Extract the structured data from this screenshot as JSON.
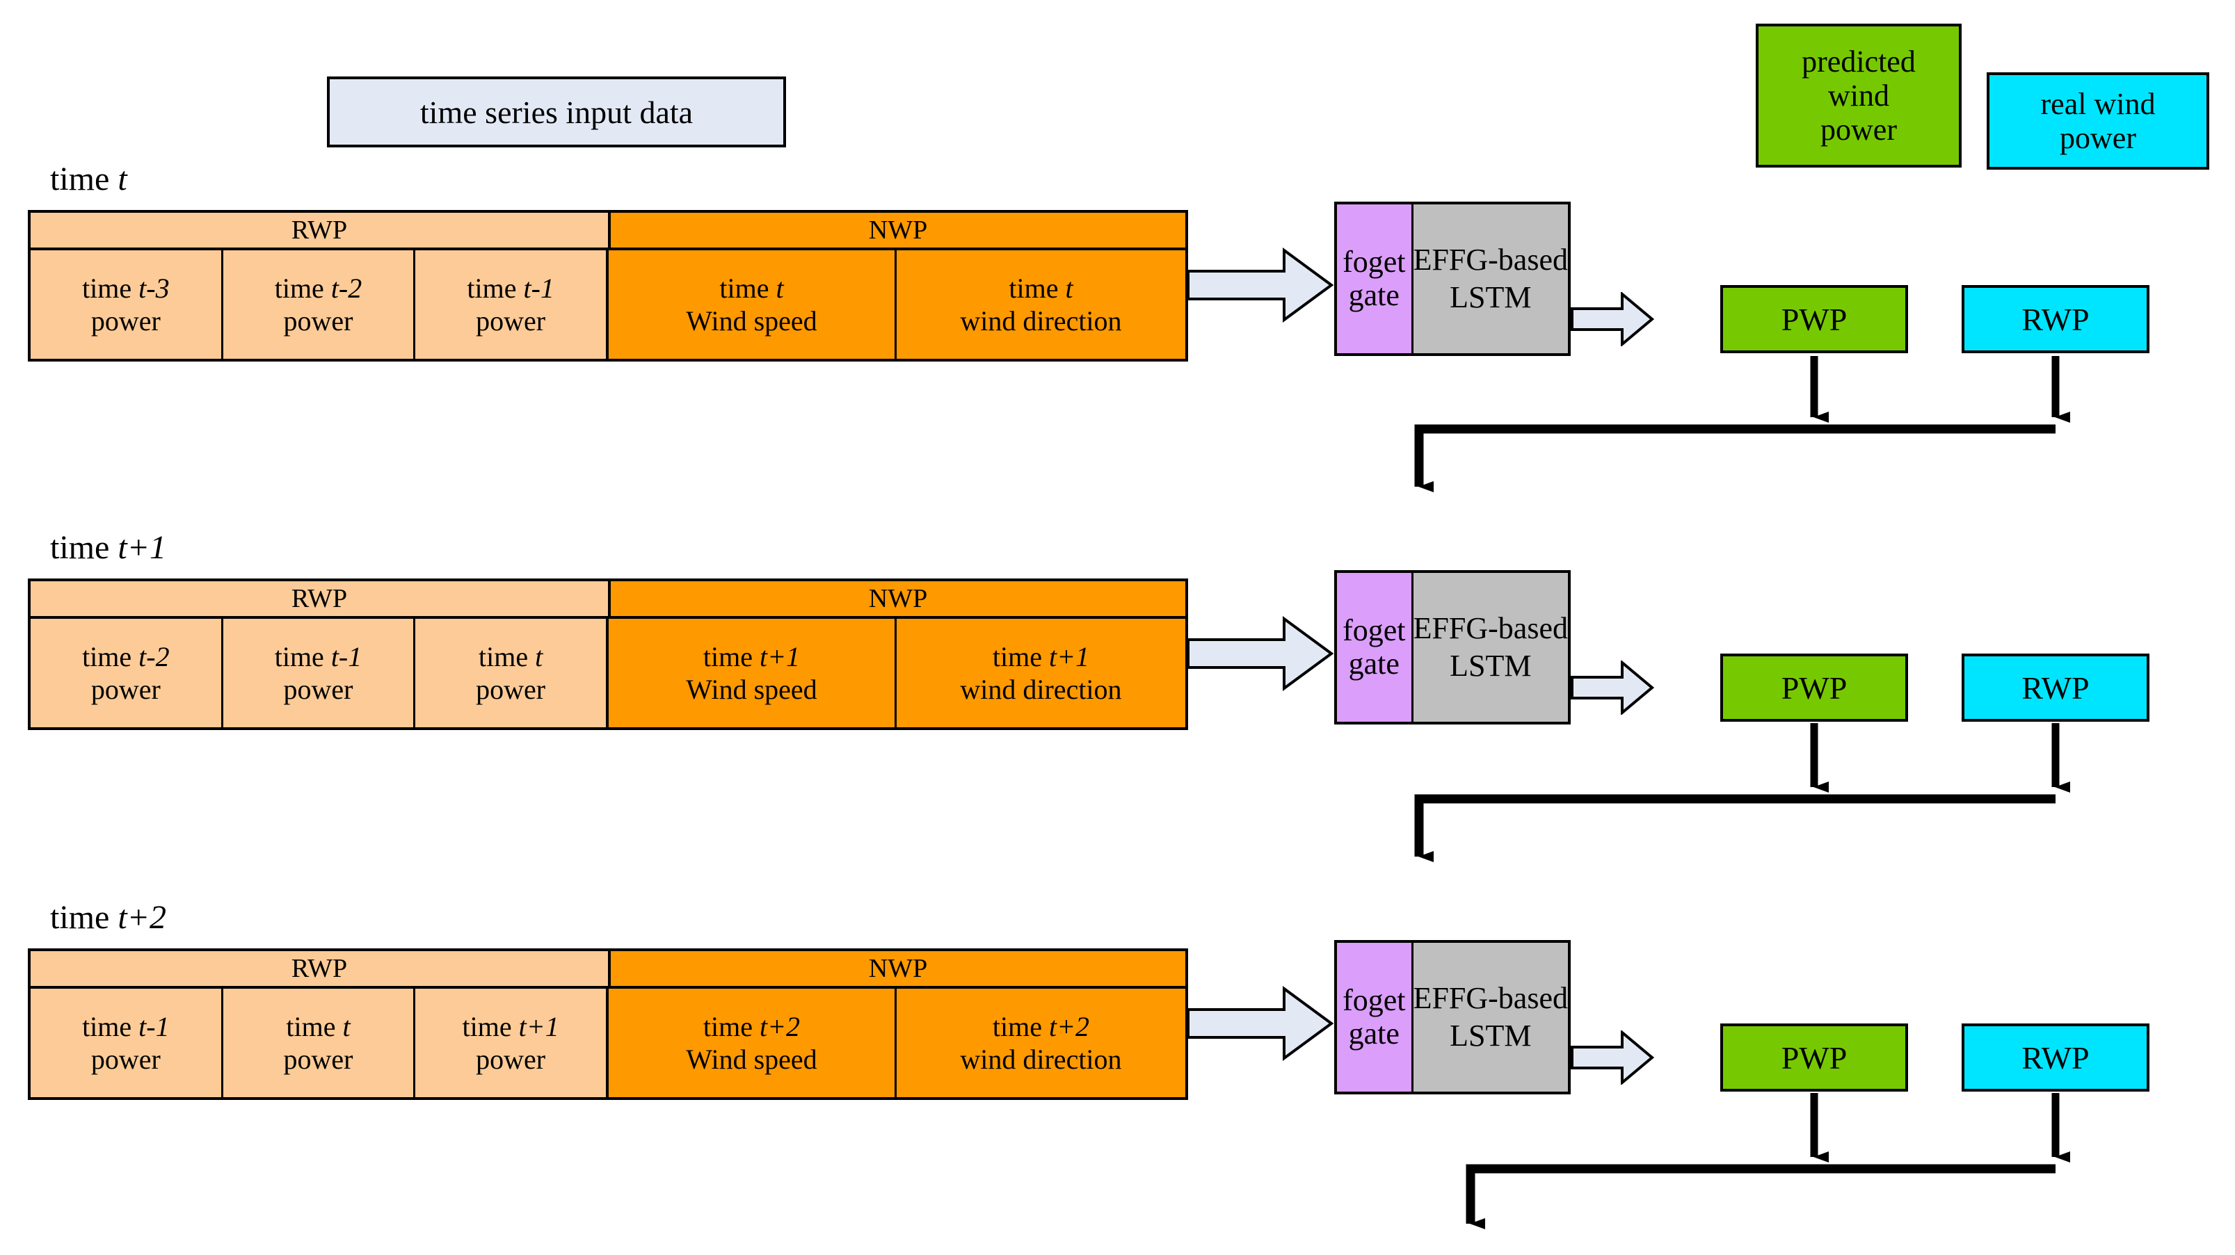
{
  "legend": {
    "input_data": "time series input data",
    "predicted_wind_power": [
      "predicted",
      "wind",
      "power"
    ],
    "real_wind_power": [
      "real wind",
      "power"
    ]
  },
  "colors": {
    "rwp_fill": "#FCCB97",
    "nwp_fill": "#FF9900",
    "gate_fill": "#DB9EFA",
    "lstm_fill": "#BFBFBF",
    "pwp_fill": "#76C900",
    "rwp_box_fill": "#00E5FF",
    "legend_input_fill": "#E3E9F4",
    "arrow_fill": "#E3E9F4",
    "stroke": "#000000"
  },
  "model": {
    "gate_label": [
      "foget",
      "gate"
    ],
    "lstm_label": [
      "EFFG-based",
      "LSTM"
    ]
  },
  "outputs": {
    "pwp_label": "PWP",
    "rwp_label": "RWP"
  },
  "table_headers": {
    "rwp": "RWP",
    "nwp": "NWP"
  },
  "rows": [
    {
      "time_label_prefix": "time ",
      "time_label_var": "t",
      "cells": [
        {
          "line1_prefix": "time ",
          "line1_var": "t-3",
          "line2": "power",
          "group": "rwp"
        },
        {
          "line1_prefix": "time ",
          "line1_var": "t-2",
          "line2": "power",
          "group": "rwp"
        },
        {
          "line1_prefix": "time ",
          "line1_var": "t-1",
          "line2": "power",
          "group": "rwp"
        },
        {
          "line1_prefix": "time ",
          "line1_var": "t",
          "line2": "Wind speed",
          "group": "nwp"
        },
        {
          "line1_prefix": "time ",
          "line1_var": "t",
          "line2": "wind direction",
          "group": "nwp"
        }
      ]
    },
    {
      "time_label_prefix": "time ",
      "time_label_var": "t+1",
      "cells": [
        {
          "line1_prefix": "time ",
          "line1_var": "t-2",
          "line2": "power",
          "group": "rwp"
        },
        {
          "line1_prefix": "time ",
          "line1_var": "t-1",
          "line2": "power",
          "group": "rwp"
        },
        {
          "line1_prefix": "time ",
          "line1_var": "t",
          "line2": "power",
          "group": "rwp"
        },
        {
          "line1_prefix": "time ",
          "line1_var": "t+1",
          "line2": "Wind speed",
          "group": "nwp"
        },
        {
          "line1_prefix": "time ",
          "line1_var": "t+1",
          "line2": "wind direction",
          "group": "nwp"
        }
      ]
    },
    {
      "time_label_prefix": "time ",
      "time_label_var": "t+2",
      "cells": [
        {
          "line1_prefix": "time ",
          "line1_var": "t-1",
          "line2": "power",
          "group": "rwp"
        },
        {
          "line1_prefix": "time ",
          "line1_var": "t",
          "line2": "power",
          "group": "rwp"
        },
        {
          "line1_prefix": "time ",
          "line1_var": "t+1",
          "line2": "power",
          "group": "rwp"
        },
        {
          "line1_prefix": "time ",
          "line1_var": "t+2",
          "line2": "Wind speed",
          "group": "nwp"
        },
        {
          "line1_prefix": "time ",
          "line1_var": "t+2",
          "line2": "wind direction",
          "group": "nwp"
        }
      ]
    }
  ]
}
